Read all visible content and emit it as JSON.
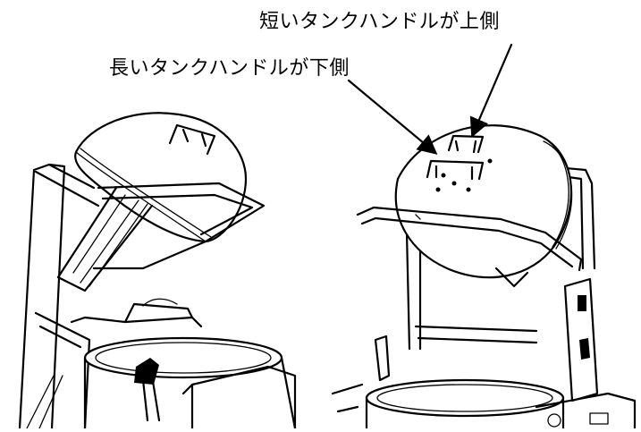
{
  "labels": {
    "short_handle_top": "短いタンクハンドルが上側",
    "long_handle_bottom": "長いタンクハンドルが下側"
  },
  "colors": {
    "line": "#000000",
    "background": "#ffffff"
  },
  "icons": {
    "arrow": "arrow-pointer"
  }
}
